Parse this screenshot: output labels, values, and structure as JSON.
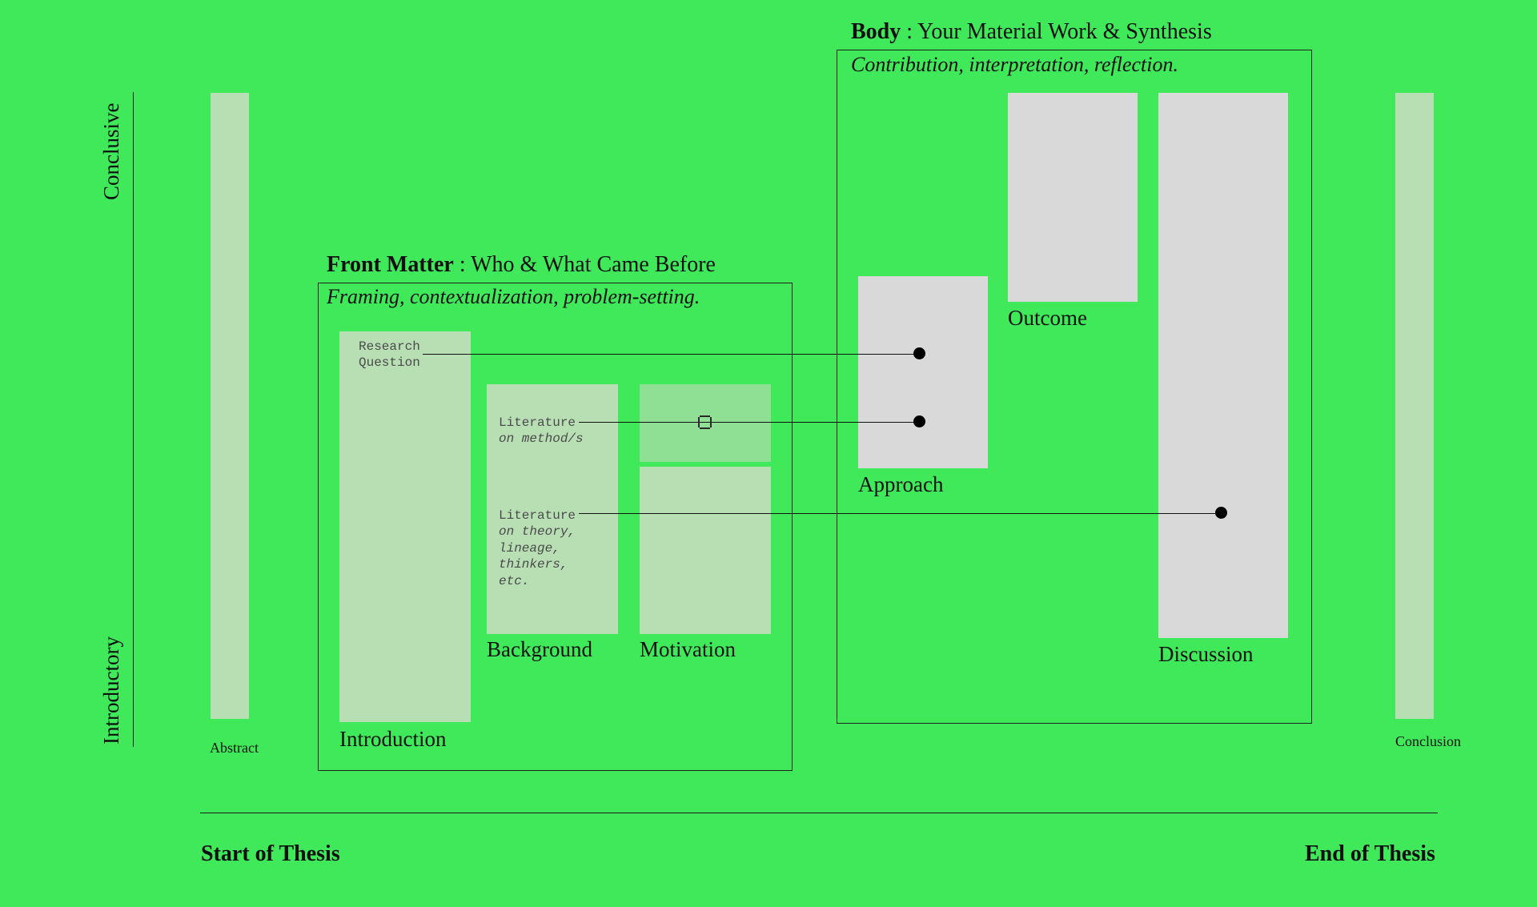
{
  "canvas": {
    "background_color": "#3fe95a",
    "block_pale_color": "#b8dfb4",
    "block_mid_color": "#8fe094",
    "block_gray_color": "#d9d9d9",
    "ink_color": "#111111"
  },
  "axes": {
    "vertical_top_label": "Conclusive",
    "vertical_bottom_label": "Introductory",
    "horizontal_start_label": "Start of Thesis",
    "horizontal_end_label": "End of Thesis"
  },
  "sections": [
    {
      "id": "front-matter",
      "title_bold": "Front Matter",
      "title_rest": " : Who & What Came Before",
      "subtitle": "Framing, contextualization, problem-setting."
    },
    {
      "id": "body",
      "title_bold": "Body",
      "title_rest": " : Your Material Work & Synthesis",
      "subtitle": "Contribution, interpretation, reflection."
    }
  ],
  "columns": {
    "abstract": {
      "label": "Abstract"
    },
    "introduction": {
      "label": "Introduction"
    },
    "background": {
      "label": "Background"
    },
    "motivation": {
      "label": "Motivation"
    },
    "approach": {
      "label": "Approach"
    },
    "outcome": {
      "label": "Outcome"
    },
    "discussion": {
      "label": "Discussion"
    },
    "conclusion": {
      "label": "Conclusion"
    }
  },
  "annotations": {
    "research_question": {
      "line1": "Research",
      "line2": "Question"
    },
    "literature_methods": {
      "line1": "Literature",
      "line2": "on method/s"
    },
    "literature_theory": {
      "line1": "Literature",
      "line2": "on theory,",
      "line3": "lineage,",
      "line4": "thinkers,",
      "line5": "etc."
    }
  },
  "connectors": [
    {
      "id": "rq-to-approach",
      "from": "research-question",
      "to": "approach"
    },
    {
      "id": "lit-methods-to-approach",
      "from": "literature-methods",
      "to": "approach"
    },
    {
      "id": "lit-theory-to-discussion",
      "from": "literature-theory",
      "to": "discussion"
    }
  ],
  "cursor": {
    "icon": "crosshair-cursor"
  }
}
